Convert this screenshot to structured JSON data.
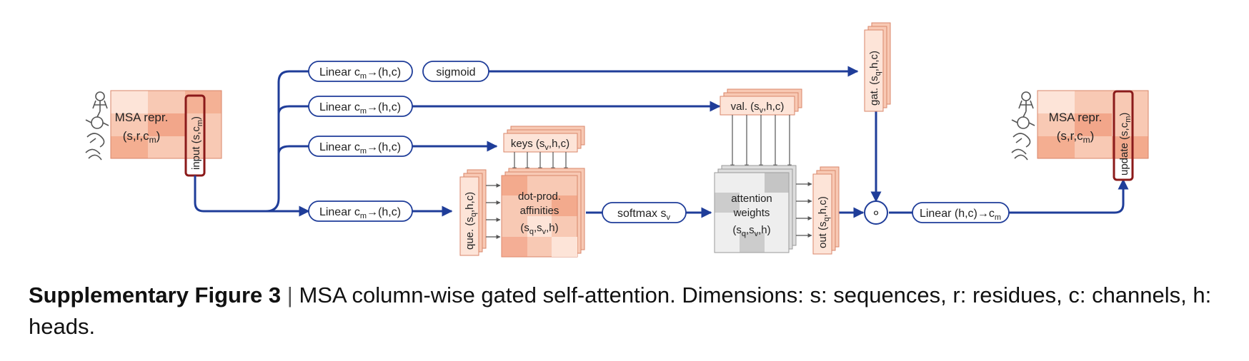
{
  "colors": {
    "arrow": "#1f3d99",
    "pill_border": "#1f3d99",
    "highlight_border": "#8b1a1a",
    "tensor_fill": "#f8c9b4",
    "tensor_dark": "#ef8f6e",
    "tensor_light": "#fde4d8",
    "tensor_edge": "#d9866a",
    "weights_fill": "#dddddd",
    "weights_dark": "#aaaaaa"
  },
  "nodes": {
    "msa_in": {
      "line1": "MSA repr.",
      "line2": "(s,r,c",
      "sub2": "m",
      "tail2": ")"
    },
    "input_label": {
      "main": "input (s,c",
      "sub": "m",
      "tail": ")"
    },
    "linear_gate": {
      "main": "Linear c",
      "sub": "m",
      "tail": "→(h,c)"
    },
    "sigmoid": {
      "main": "sigmoid"
    },
    "linear_val": {
      "main": "Linear c",
      "sub": "m",
      "tail": "→(h,c)"
    },
    "linear_key": {
      "main": "Linear c",
      "sub": "m",
      "tail": "→(h,c)"
    },
    "linear_que": {
      "main": "Linear c",
      "sub": "m",
      "tail": "→(h,c)"
    },
    "keys": {
      "main": "keys (s",
      "sub": "v",
      "tail": ",h,c)"
    },
    "val": {
      "main": "val. (s",
      "sub": "v",
      "tail": ",h,c)"
    },
    "gat": {
      "main": "gat. (s",
      "sub": "q",
      "tail": ",h,c)"
    },
    "que": {
      "main": "que. (s",
      "sub": "q",
      "tail": ",h,c)"
    },
    "dotprod": {
      "line1": "dot-prod.",
      "line2": "affinities",
      "line3_a": "(s",
      "sub_q": "q",
      "line3_b": ",s",
      "sub_v": "v",
      "line3_c": ",h)"
    },
    "softmax": {
      "main": "softmax s",
      "sub": "v"
    },
    "attn": {
      "line1": "attention",
      "line2": "weights",
      "line3_a": "(s",
      "sub_q": "q",
      "line3_b": ",s",
      "sub_v": "v",
      "line3_c": ",h)"
    },
    "out": {
      "main": "out (s",
      "sub": "q",
      "tail": ",h,c)"
    },
    "multiply": {
      "symbol": "∘"
    },
    "linear_out": {
      "main": "Linear (h,c)→c",
      "sub": "m"
    },
    "msa_out": {
      "line1": "MSA repr.",
      "line2": "(s,r,c",
      "sub2": "m",
      "tail2": ")"
    },
    "update_label": {
      "main": "update (s,c",
      "sub": "m",
      "tail": ")"
    }
  },
  "caption": {
    "bold": "Supplementary Figure 3",
    "separator": "|",
    "text": "MSA column-wise gated self-attention. Dimensions: s: sequences, r: residues, c: channels, h: heads."
  }
}
